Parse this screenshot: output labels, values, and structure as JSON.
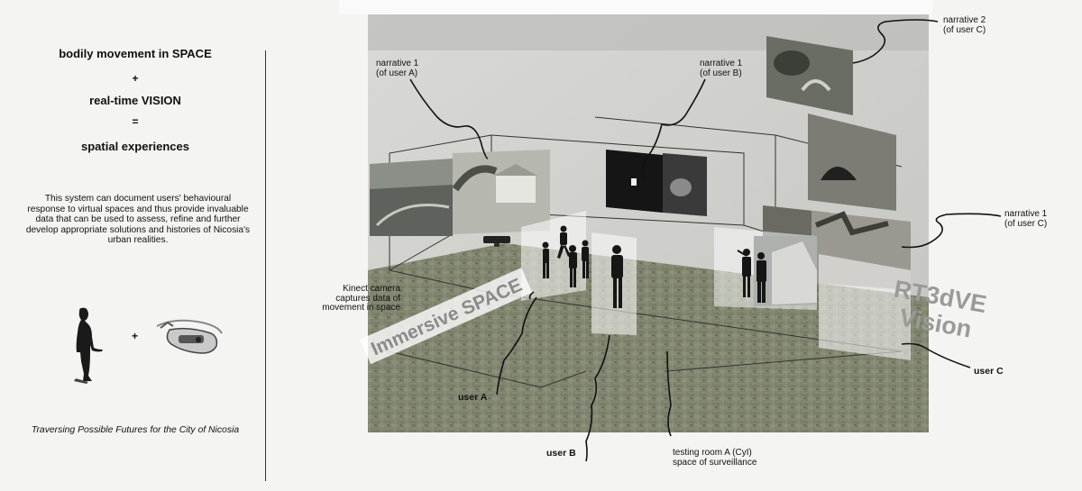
{
  "formula": {
    "line1": "bodily movement in SPACE",
    "plus": "+",
    "line2": "real-time VISION",
    "equals": "=",
    "line3": "spatial experiences"
  },
  "description": "This system can document users' behavioural response to virtual spaces and thus provide invaluable data that can be used to assess, refine and further develop appropriate solutions and histories of Nicosia's urban realities.",
  "equipment_plus": "+",
  "caption": "Traversing Possible Futures for the City of Nicosia",
  "diagram": {
    "narrative_a": "narrative 1\n(of user A)",
    "narrative_b": "narrative 1\n(of user B)",
    "narrative_c2": "narrative 2\n(of user C)",
    "narrative_c1": "narrative 1\n(of user C)",
    "kinect": "Kinect camera\ncaptures data of\nmovement in space",
    "immersive_space": "Immersive SPACE",
    "rt3dve_line1": "RT3dVE",
    "rt3dve_line2": "Vision",
    "user_a": "user A",
    "user_b": "user B",
    "user_c": "user C",
    "testing_room": "testing room A (CyI)\nspace of surveillance"
  }
}
